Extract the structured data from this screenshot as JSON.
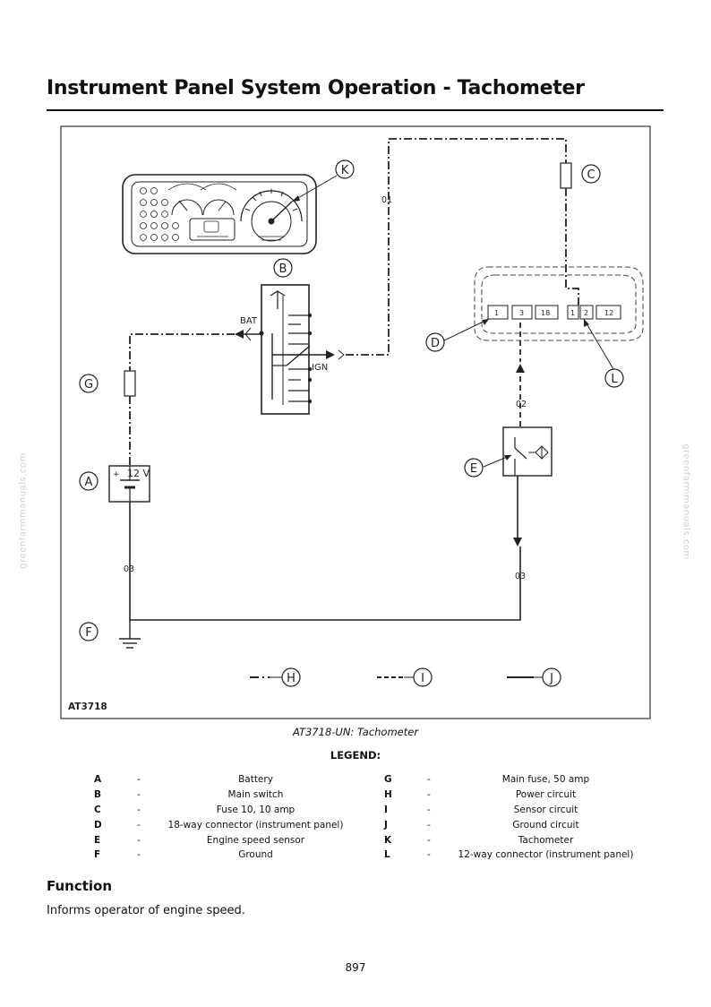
{
  "page": {
    "title": "Instrument Panel System Operation - Tachometer",
    "page_number": "897",
    "watermark": "greenfarmmanuals.com"
  },
  "diagram": {
    "reference": "AT3718",
    "caption": "AT3718-UN: Tachometer",
    "callouts": {
      "A": "A",
      "B": "B",
      "C": "C",
      "D": "D",
      "E": "E",
      "F": "F",
      "G": "G",
      "H": "H",
      "I": "I",
      "J": "J",
      "K": "K",
      "L": "L"
    },
    "wire_labels": {
      "w01": "01",
      "w02": "02",
      "w03_left": "03",
      "w03_right": "03"
    },
    "switch_labels": {
      "bat": "BAT",
      "ign": "IGN"
    },
    "battery_label": "12 V",
    "connector_d_pins": [
      "1",
      "3",
      "18"
    ],
    "connector_l_pins": [
      "1",
      "2",
      "12"
    ]
  },
  "legend": {
    "heading": "LEGEND:",
    "left": [
      {
        "key": "A",
        "desc": "Battery"
      },
      {
        "key": "B",
        "desc": "Main switch"
      },
      {
        "key": "C",
        "desc": "Fuse 10, 10 amp"
      },
      {
        "key": "D",
        "desc": "18-way connector (instrument panel)"
      },
      {
        "key": "E",
        "desc": "Engine speed sensor"
      },
      {
        "key": "F",
        "desc": "Ground"
      }
    ],
    "right": [
      {
        "key": "G",
        "desc": "Main fuse, 50 amp"
      },
      {
        "key": "H",
        "desc": "Power circuit"
      },
      {
        "key": "I",
        "desc": "Sensor circuit"
      },
      {
        "key": "J",
        "desc": "Ground circuit"
      },
      {
        "key": "K",
        "desc": "Tachometer"
      },
      {
        "key": "L",
        "desc": "12-way connector (instrument panel)"
      }
    ]
  },
  "function": {
    "heading": "Function",
    "text": "Informs operator of engine speed."
  }
}
